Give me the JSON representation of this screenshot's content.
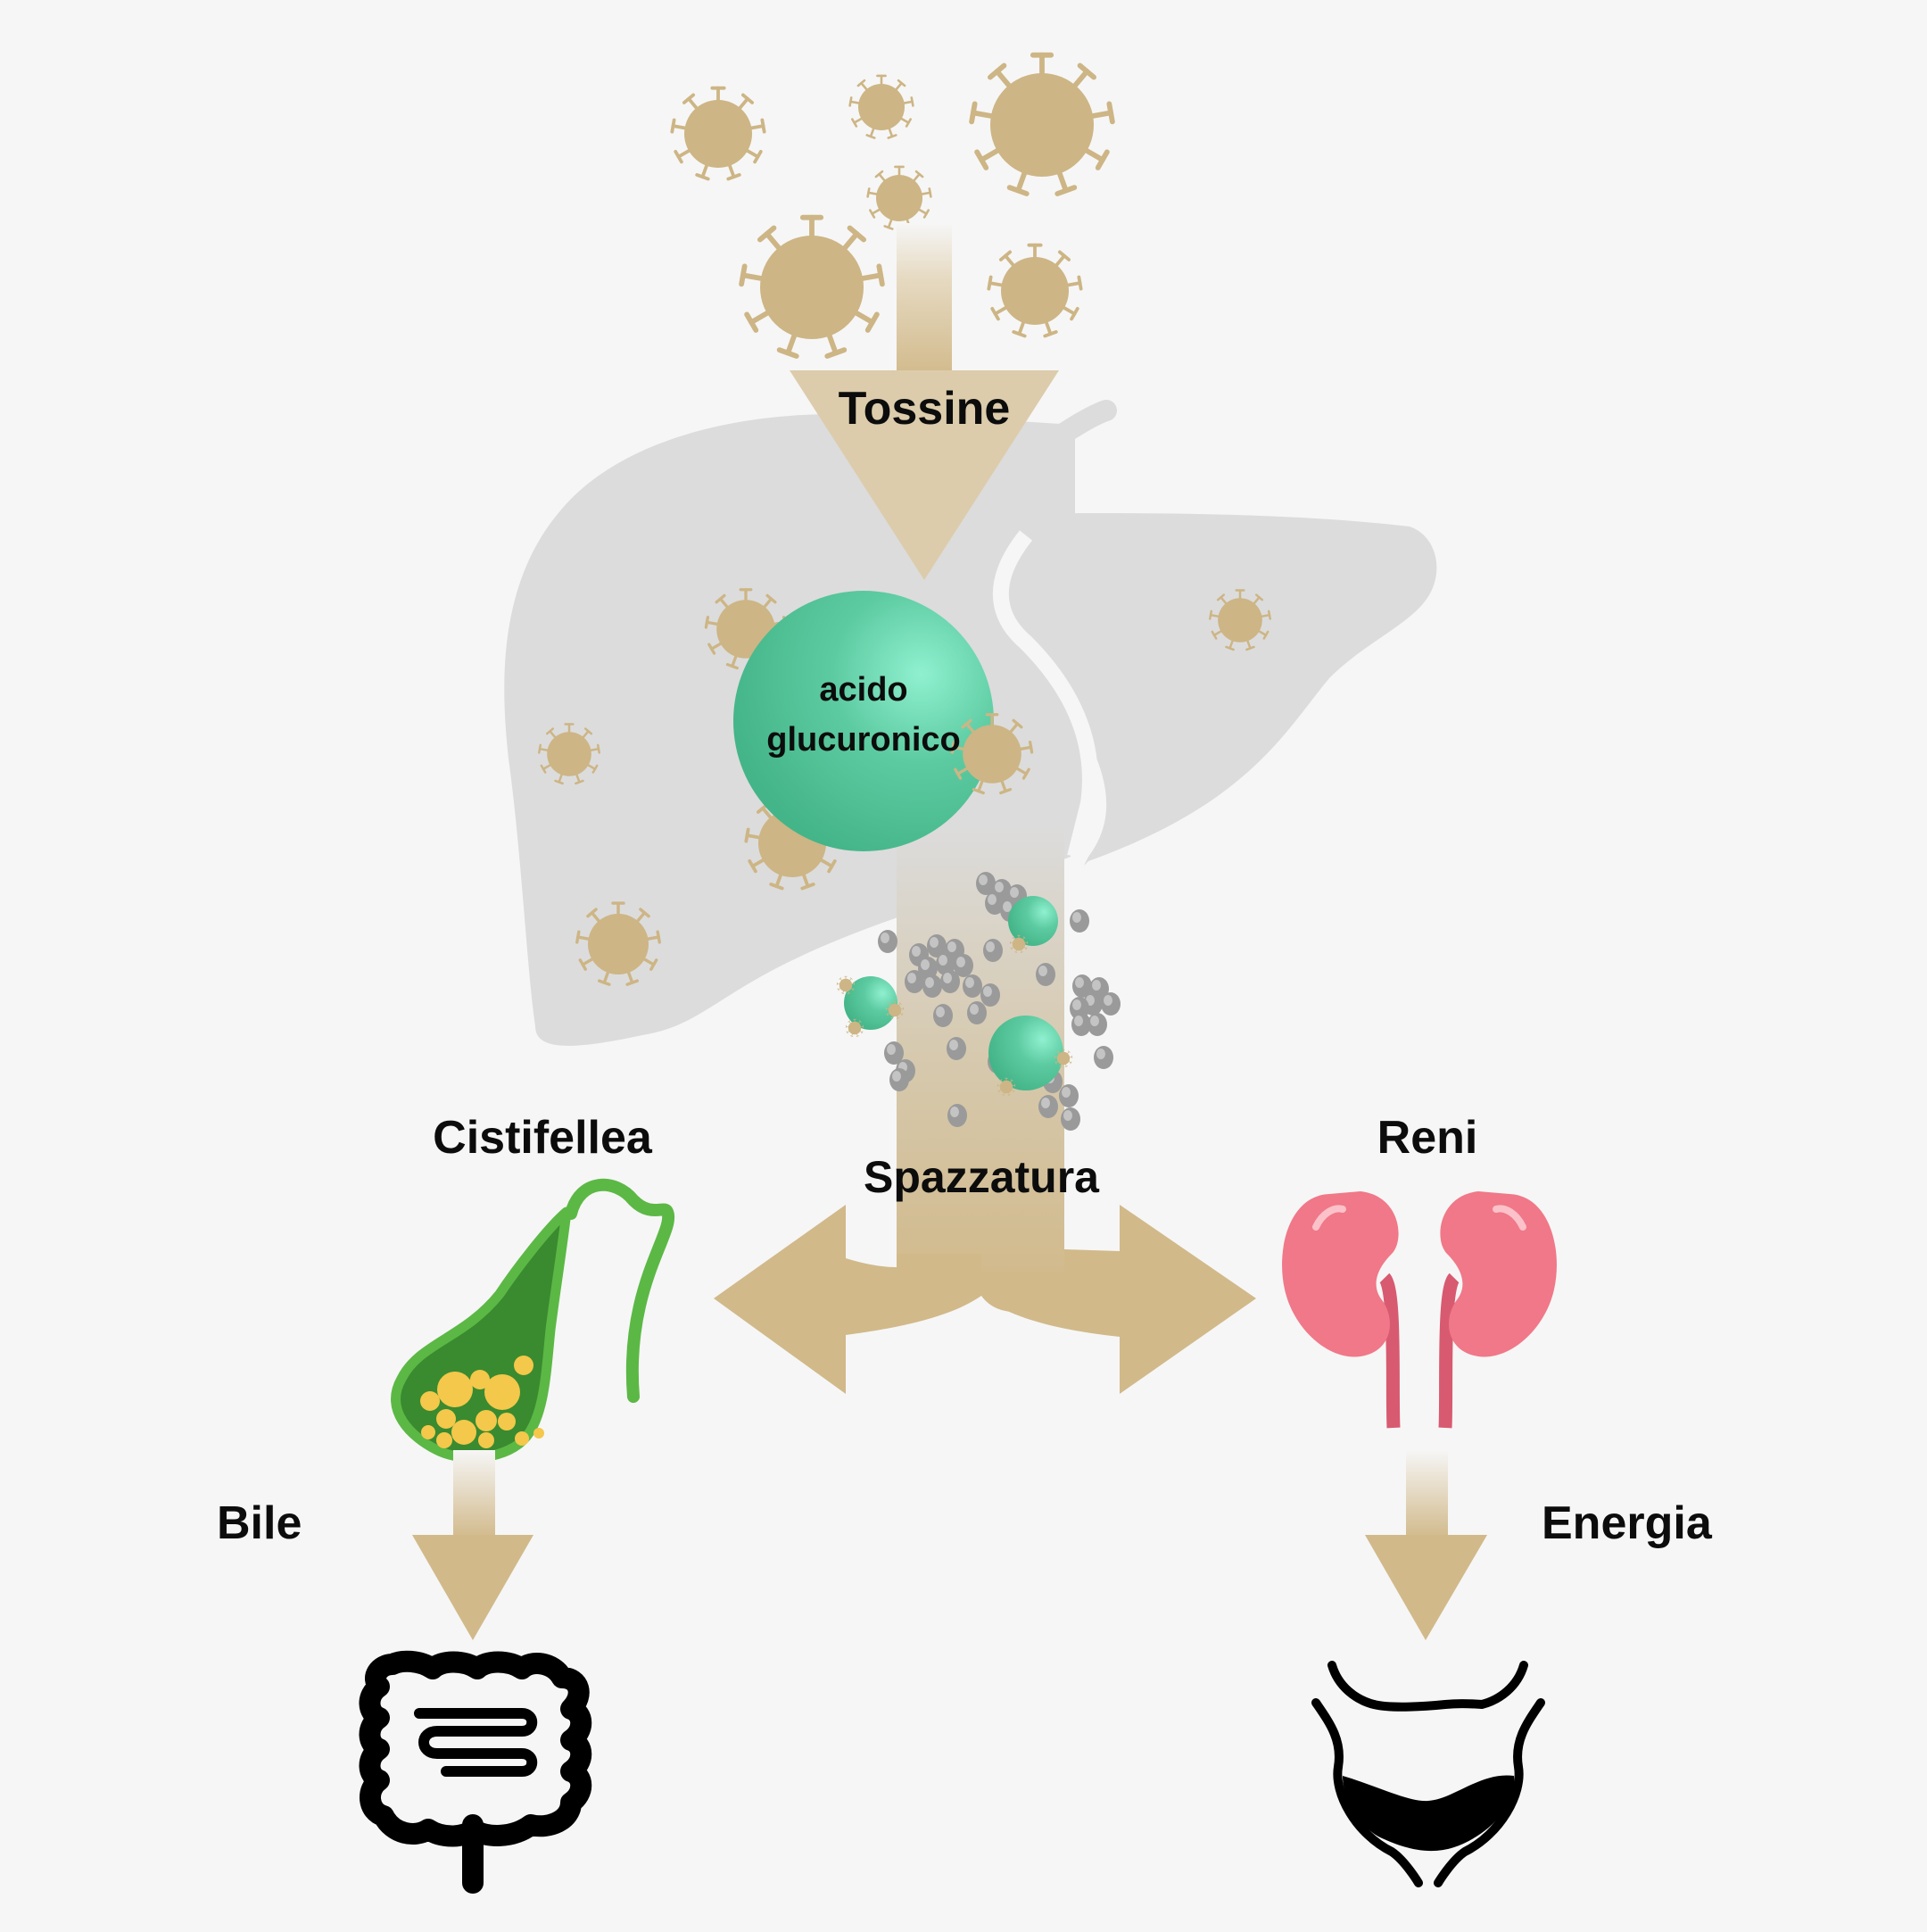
{
  "labels": {
    "toxins": "Tossine",
    "glucuronic_line1": "acido",
    "glucuronic_line2": "glucuronico",
    "gallbladder": "Cistifellea",
    "waste": "Spazzatura",
    "kidneys": "Reni",
    "bile": "Bile",
    "energy": "Energia"
  },
  "icons": {
    "toxin": "virus-icon",
    "liver": "liver-icon",
    "glucuronic_acid": "sphere-icon",
    "gallbladder": "gallbladder-icon",
    "kidneys": "kidneys-icon",
    "intestine": "intestine-icon",
    "bladder": "bladder-icon"
  },
  "colors": {
    "background": "#f6f6f6",
    "liver": "#dcdcdc",
    "toxin": "#cdb585",
    "arrow": "#d1b98a",
    "sphere": "#5dc9a0",
    "gallbladder_outline": "#5cb845",
    "gallbladder_fill": "#3a8a30",
    "gallstones": "#f4c84a",
    "kidney": "#f07888",
    "ureter": "#d85a70",
    "organ_icon": "#000000",
    "text": "#0c0c0c"
  }
}
